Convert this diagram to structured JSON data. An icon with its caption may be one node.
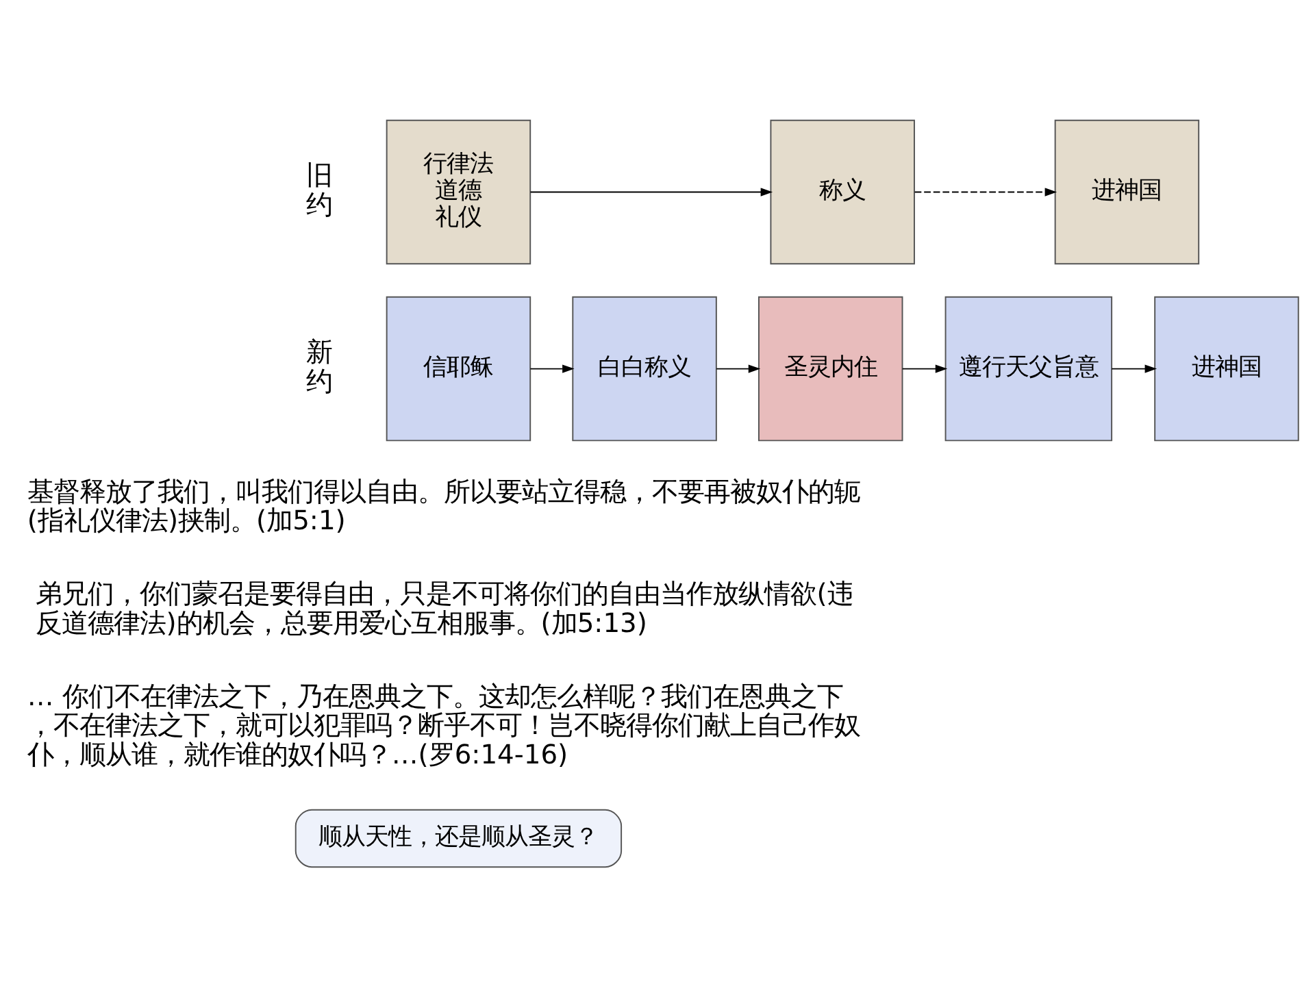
{
  "diagram": {
    "nodes": [
      {
        "text": [
          "行律法",
          "道德",
          "礼仪"
        ]
      },
      {
        "text": [
          "称义"
        ]
      },
      {
        "text": [
          "进神国"
        ]
      },
      {
        "text": [
          "信耶稣"
        ]
      },
      {
        "text": [
          "白白称义"
        ]
      },
      {
        "text": [
          "圣灵内住"
        ]
      },
      {
        "text": [
          "遵行天父旨意"
        ]
      },
      {
        "text": [
          "进神国"
        ]
      },
      {
        "text": [
          "顺从天性，还是顺从圣灵？"
        ]
      }
    ],
    "edges": [
      {
        "from": 0,
        "to": 1,
        "arrow": "to"
      },
      {
        "from": 1,
        "to": 2,
        "arrow": "to",
        "style": "dashed"
      },
      {
        "from": 3,
        "to": 4,
        "arrow": "to"
      },
      {
        "from": 4,
        "to": 5,
        "arrow": "to"
      },
      {
        "from": 5,
        "to": 6,
        "arrow": "to"
      },
      {
        "from": 6,
        "to": 7,
        "arrow": "to"
      }
    ],
    "labels": [
      "旧约",
      "新约",
      "基督释放了我们，叫我们得以自由。所以要站立得稳，不要再被奴仆的轭(指礼仪律法)挟制。(加5:1)",
      "弟兄们，你们蒙召是要得自由，只是不可将你们的自由当作放纵情欲(违反道德律法)的机会，总要用爱心互相服事。(加5:13)",
      "… 你们不在律法之下，乃在恩典之下。这却怎么样呢？我们在恩典之下，不在律法之下，就可以犯罪吗？断乎不可！岂不晓得你们献上自己作奴仆，顺从谁，就作谁的奴仆吗？…(罗6:14-16)"
    ]
  }
}
